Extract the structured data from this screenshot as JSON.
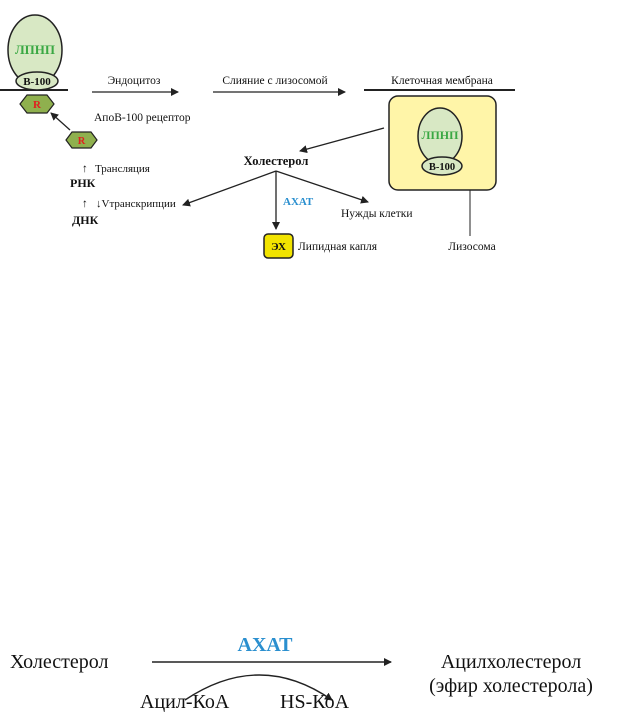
{
  "top_diagram": {
    "ldl_label": "ЛПНП",
    "apob_label": "B-100",
    "receptor_label": "R",
    "endocytosis": "Эндоцитоз",
    "lysosome_fusion": "Слияние с лизосомой",
    "cell_membrane": "Клеточная мембрана",
    "apob_receptor": "АпоB-100 рецептор",
    "translation": "Трансляция",
    "translation_arrow": "↑",
    "rna": "РНК",
    "transcription": "↓Vтранскрипции",
    "transcription_arrow": "↑",
    "dna": "ДНК",
    "cholesterol": "Холестерол",
    "acat": "АХАТ",
    "cell_needs": "Нужды клетки",
    "ce_box": "ЭХ",
    "lipid_droplet": "Липидная капля",
    "lysosome": "Лизосома"
  },
  "reaction": {
    "enzyme": "АХАТ",
    "substrate": "Холестерол",
    "product_line1": "Ацилхолестерол",
    "product_line2": "(эфир холестерола)",
    "acyl_coa": "Ацил-КоА",
    "hs_coa": "HS-КоА"
  },
  "colors": {
    "ldl_fill": "#d8e8c4",
    "ldl_text": "#3aa843",
    "receptor_fill": "#8fb04e",
    "receptor_text": "#e02020",
    "lysosome_fill": "#fff5a8",
    "lysosome_stroke": "#222222",
    "ce_fill": "#f2e400",
    "acat_blue": "#2a8fcf"
  }
}
